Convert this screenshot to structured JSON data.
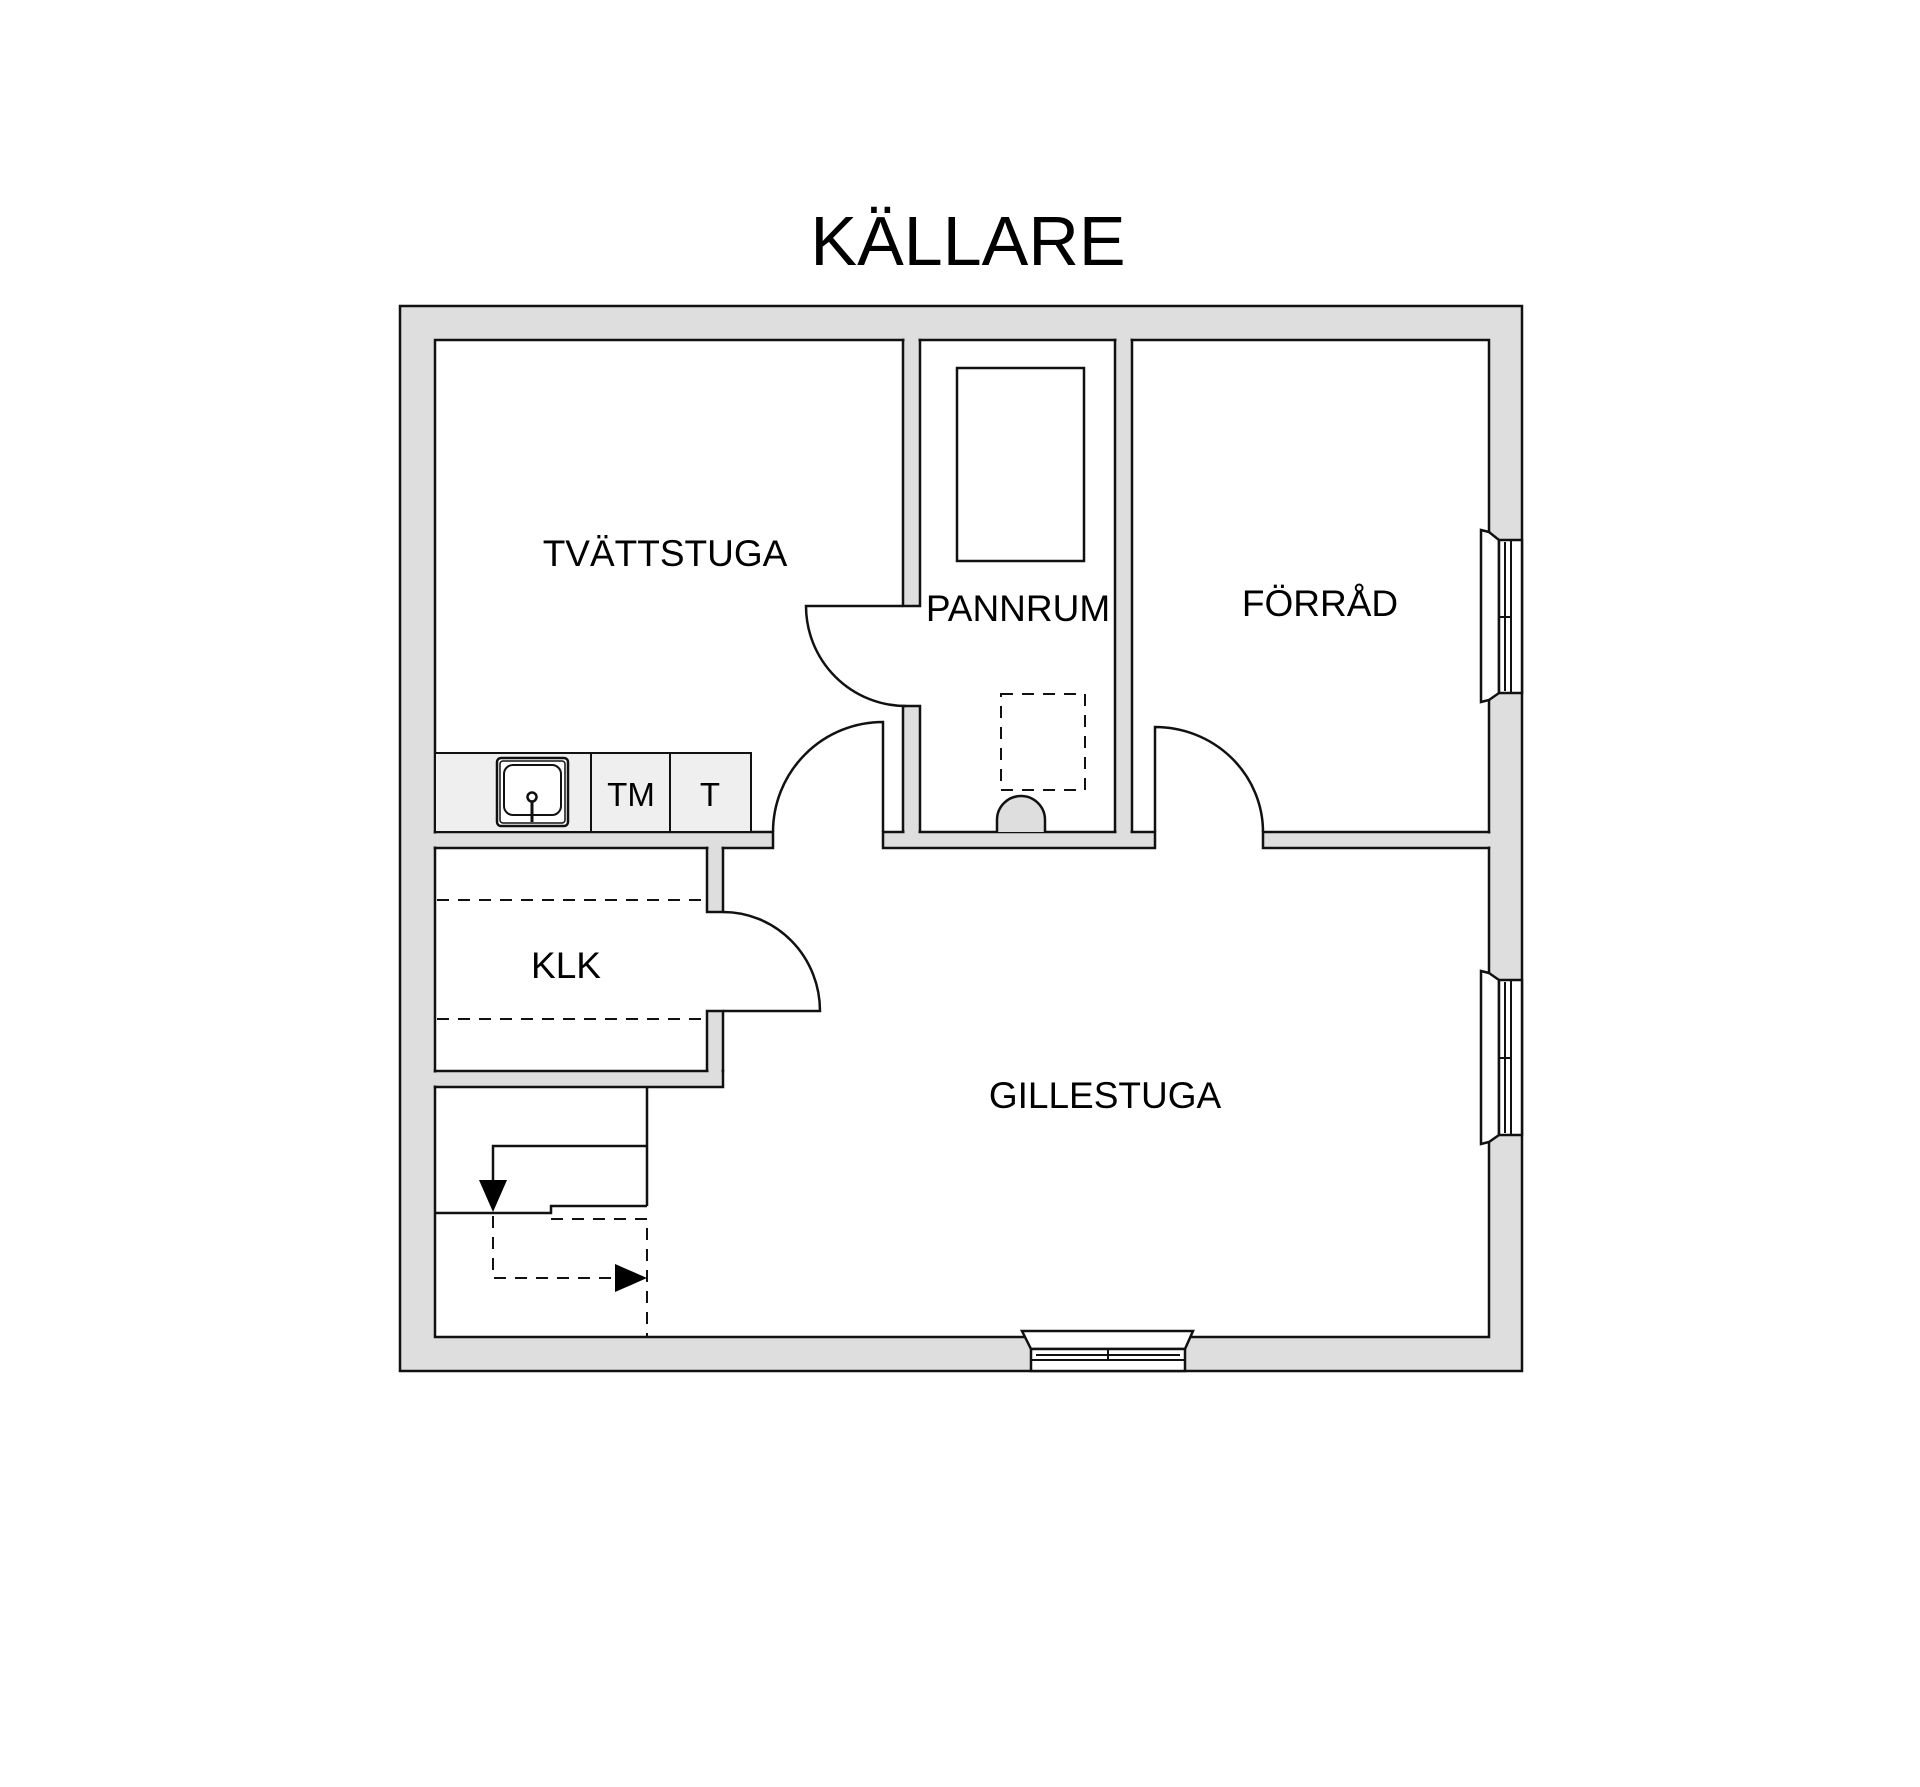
{
  "plan": {
    "title": "KÄLLARE",
    "wall_color": "#dedede",
    "line_color": "#111111",
    "rooms": [
      {
        "id": "tvattstuga",
        "label": "TVÄTTSTUGA"
      },
      {
        "id": "pannrum",
        "label": "PANNRUM"
      },
      {
        "id": "forrad",
        "label": "FÖRRÅD"
      },
      {
        "id": "klk",
        "label": "KLK"
      },
      {
        "id": "gillestuga",
        "label": "GILLESTUGA"
      }
    ],
    "fixtures": {
      "washing_machine": "TM",
      "dryer": "T"
    }
  }
}
